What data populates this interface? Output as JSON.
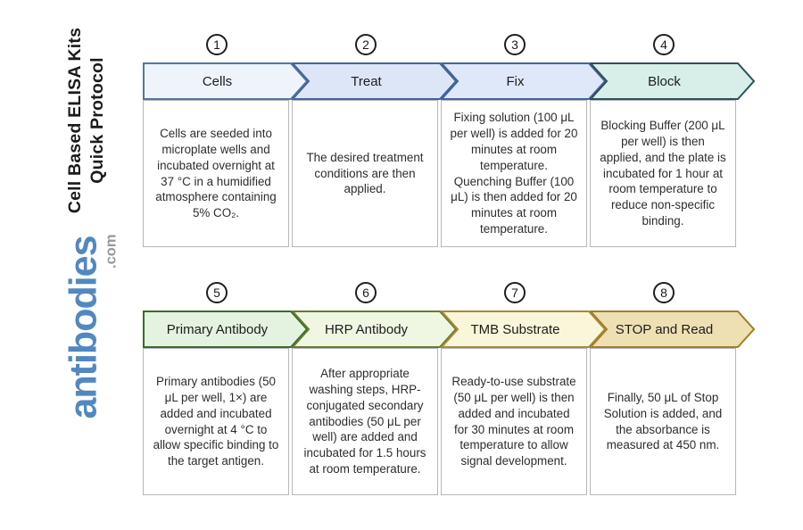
{
  "sidebar": {
    "title_line1": "Cell Based ELISA Kits",
    "title_line2": "Quick Protocol",
    "logo_text": "antibodies",
    "logo_suffix": ".com",
    "logo_color": "#5288c1",
    "logo_suffix_color": "#999999"
  },
  "steps": [
    {
      "number": "1",
      "label": "Cells",
      "description": "Cells are seeded into microplate wells and incubated overnight at 37 °C in a humidified atmosphere containing 5% CO₂.",
      "fill": "#eff4fa",
      "border": "#54779e"
    },
    {
      "number": "2",
      "label": "Treat",
      "description": "The desired treatment conditions are then applied.",
      "fill": "#dde6f7",
      "border": "#44639c"
    },
    {
      "number": "3",
      "label": "Fix",
      "description": "Fixing solution (100 μL per well) is added for 20 minutes at room temperature. Quenching Buffer (100 μL) is then added for 20 minutes at room temperature.",
      "fill": "#dfe8f8",
      "border": "#44639c"
    },
    {
      "number": "4",
      "label": "Block",
      "description": "Blocking Buffer (200 μL per well) is then applied, and the plate is incubated for 1 hour at room temperature to reduce non-specific binding.",
      "fill": "#d8efe9",
      "border": "#2e4f57"
    },
    {
      "number": "5",
      "label": "Primary Antibody",
      "description": "Primary antibodies (50 μL per well, 1×) are added and incubated overnight at 4 °C to allow specific binding to the target antigen.",
      "fill": "#e3f3df",
      "border": "#3c6a2e"
    },
    {
      "number": "6",
      "label": "HRP Antibody",
      "description": "After appropriate washing steps, HRP-conjugated secondary antibodies (50 μL per well) are added and incubated for 1.5 hours at room temperature.",
      "fill": "#eff6e1",
      "border": "#647c2e"
    },
    {
      "number": "7",
      "label": "TMB Substrate",
      "description": "Ready-to-use substrate (50 μL per well) is then added and incubated for 30 minutes at room temperature to allow signal development.",
      "fill": "#faf6da",
      "border": "#a98a3c"
    },
    {
      "number": "8",
      "label": "STOP and Read",
      "description": "Finally, 50 μL of Stop Solution is added, and the absorbance is measured at 450 nm.",
      "fill": "#eee0b2",
      "border": "#a07f2a"
    }
  ]
}
